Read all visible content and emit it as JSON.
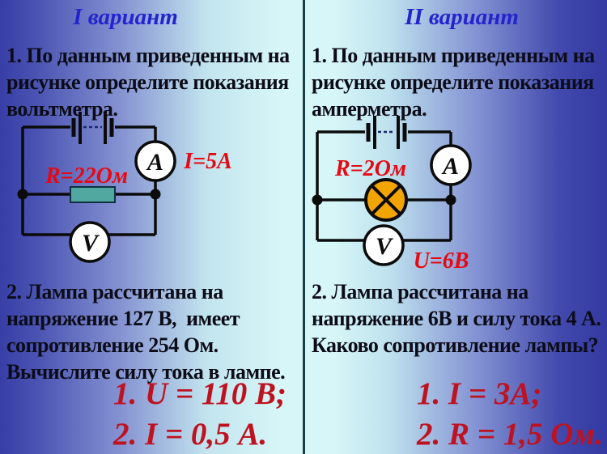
{
  "left": {
    "header": "I вариант",
    "problem1_lines": [
      "1. По данным приведенным на",
      "рисунке определите показания",
      "вольтметра."
    ],
    "circuit": {
      "resistor_value": "R=22Ом",
      "current_value": "I=5A",
      "ammeter_letter": "A",
      "voltmeter_letter": "V"
    },
    "problem2_lines": [
      "2. Лампа рассчитана на",
      "напряжение 127 В,  имеет",
      "сопротивление 254 Ом.",
      "Вычислите силу тока в лампе."
    ],
    "answer_lines": [
      "1. U = 110 В;",
      "2. I = 0,5 А."
    ]
  },
  "right": {
    "header": "II вариант",
    "problem1_lines": [
      "1. По данным приведенным на",
      "рисунке определите показания",
      "амперметра."
    ],
    "circuit": {
      "resistor_value": "R=2Ом",
      "voltage_value": "U=6В",
      "ammeter_letter": "A",
      "voltmeter_letter": "V"
    },
    "problem2_lines": [
      "2. Лампа рассчитана на",
      "напряжение 6В и силу тока 4 А.",
      "Каково сопротивление лампы?"
    ],
    "answer_lines": [
      "1. I = 3А;",
      "2. R = 1,5 Ом."
    ]
  },
  "colors": {
    "header_text": "#2424cf",
    "body_text": "#0c0c18",
    "label_red": "#e60812",
    "answer_red": "#bf1220",
    "resistor_fill": "#50a8a0",
    "lamp_fill": "#f2a502",
    "divider": "#17404a"
  }
}
